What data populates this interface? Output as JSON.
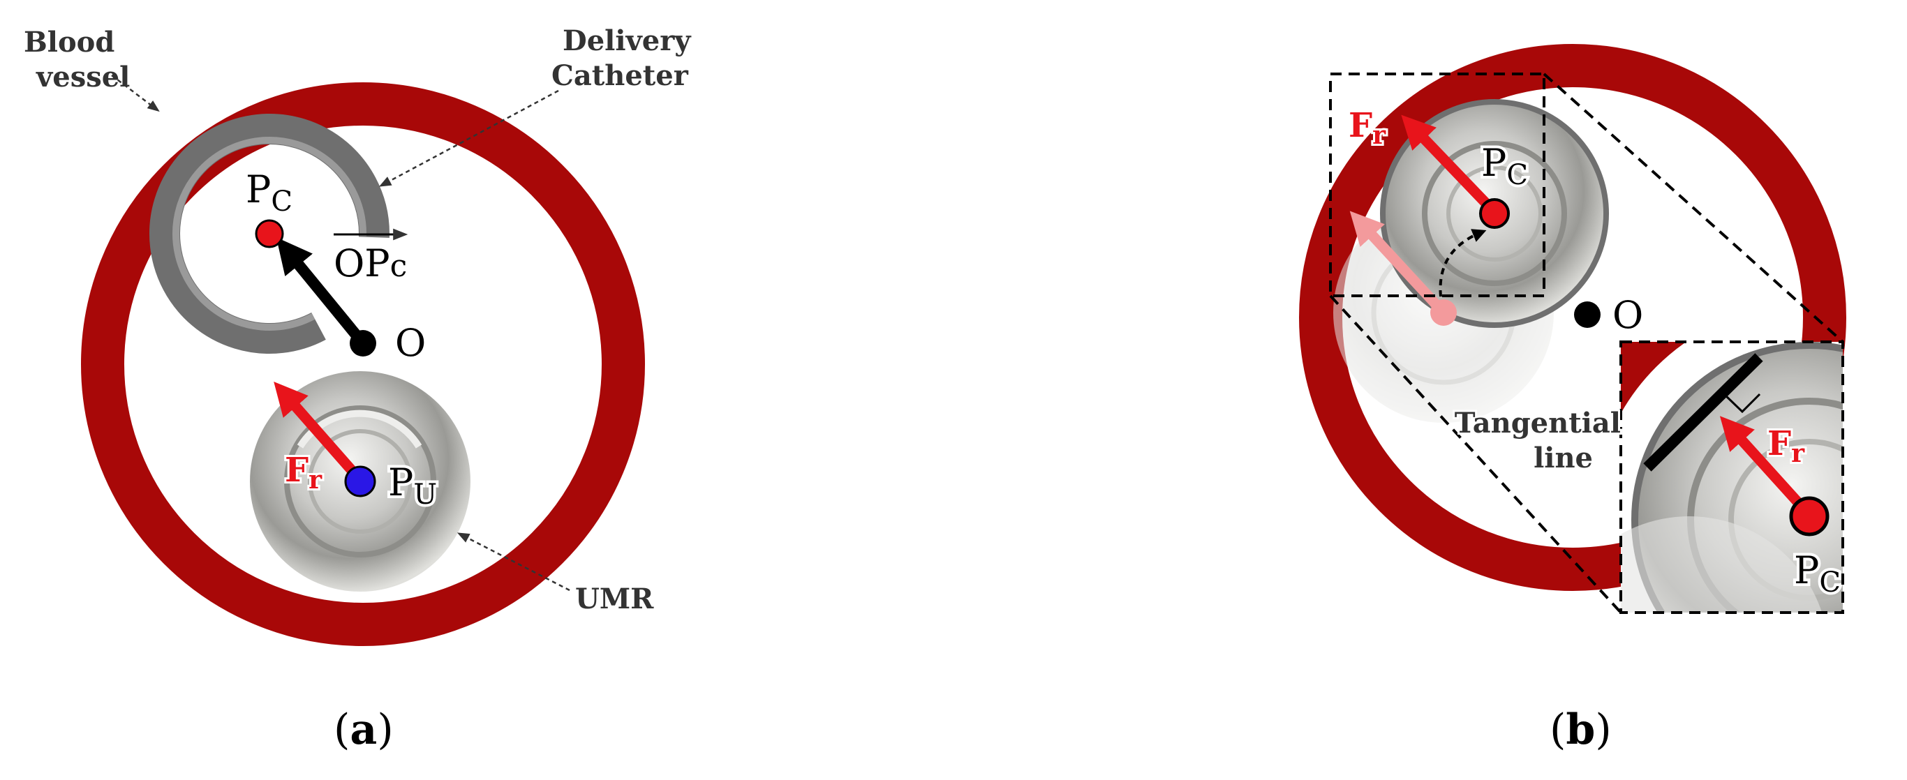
{
  "panel_a": {
    "caption_letter": "a",
    "labels": {
      "blood_vessel_line1": "Blood",
      "blood_vessel_line2": "vessel",
      "catheter_line1": "Delivery",
      "catheter_line2": "Catheter",
      "umr": "UMR",
      "pc_main": "P",
      "pc_sub": "C",
      "pu_main": "P",
      "pu_sub": "U",
      "origin": "O",
      "vector_main": "OP",
      "vector_sub": "c",
      "force_main": "F",
      "force_sub": "r"
    }
  },
  "panel_b": {
    "caption_letter": "b",
    "labels": {
      "pc_main": "P",
      "pc_sub": "C",
      "pc2_main": "P",
      "pc2_sub": "C",
      "origin": "O",
      "force_main": "F",
      "force_sub": "r",
      "force2_main": "F",
      "force2_sub": "r",
      "tangential_line1": "Tangential",
      "tangential_line2": "line"
    }
  },
  "colors": {
    "vessel": "#a80808",
    "catheter": "#737373",
    "force_arrow": "#e8141b",
    "point_pc": "#e8141b",
    "point_pu": "#2a17e6",
    "origin": "#000000"
  }
}
